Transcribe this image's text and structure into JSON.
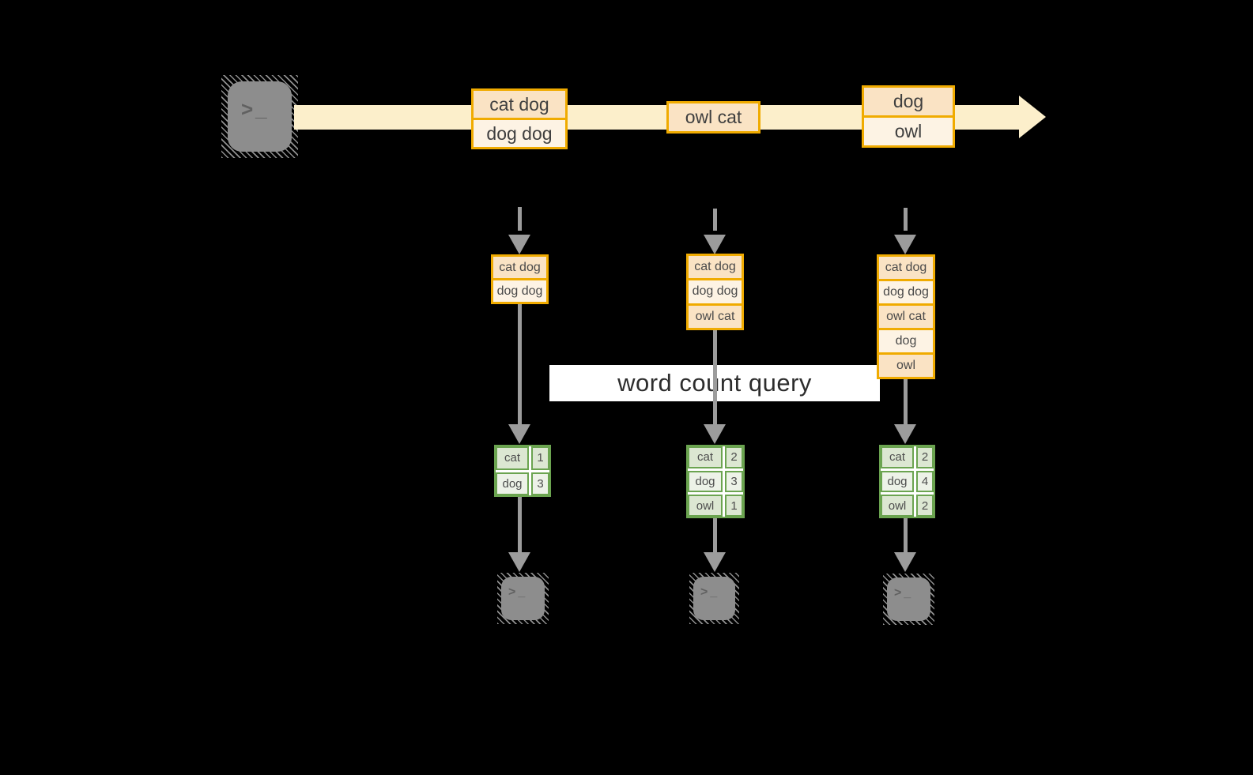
{
  "colors": {
    "background": "#000000",
    "stream_fill": "#fcefcb",
    "box_border": "#f0ab00",
    "row_peach": "#fae3c4",
    "row_cream": "#fdf3e4",
    "table_border": "#6ba450",
    "table_row_dark": "#dce7d2",
    "table_row_light": "#edf2e8",
    "arrow_gray": "#9c9c9c",
    "banner_bg": "#ffffff",
    "terminal_gray": "#8d8d8d"
  },
  "terminal_glyph": ">_",
  "banner": {
    "label": "word count query"
  },
  "stream": {
    "events": [
      {
        "rows": [
          "cat dog",
          "dog dog"
        ]
      },
      {
        "rows": [
          "owl cat"
        ]
      },
      {
        "rows": [
          "dog",
          "owl"
        ]
      }
    ]
  },
  "states": [
    {
      "rows": [
        "cat dog",
        "dog dog"
      ]
    },
    {
      "rows": [
        "cat dog",
        "dog dog",
        "owl cat"
      ]
    },
    {
      "rows": [
        "cat dog",
        "dog dog",
        "owl cat",
        "dog",
        "owl"
      ]
    }
  ],
  "counts": [
    {
      "rows": [
        {
          "word": "cat",
          "count": "1"
        },
        {
          "word": "dog",
          "count": "3"
        }
      ]
    },
    {
      "rows": [
        {
          "word": "cat",
          "count": "2"
        },
        {
          "word": "dog",
          "count": "3"
        },
        {
          "word": "owl",
          "count": "1"
        }
      ]
    },
    {
      "rows": [
        {
          "word": "cat",
          "count": "2"
        },
        {
          "word": "dog",
          "count": "4"
        },
        {
          "word": "owl",
          "count": "2"
        }
      ]
    }
  ]
}
